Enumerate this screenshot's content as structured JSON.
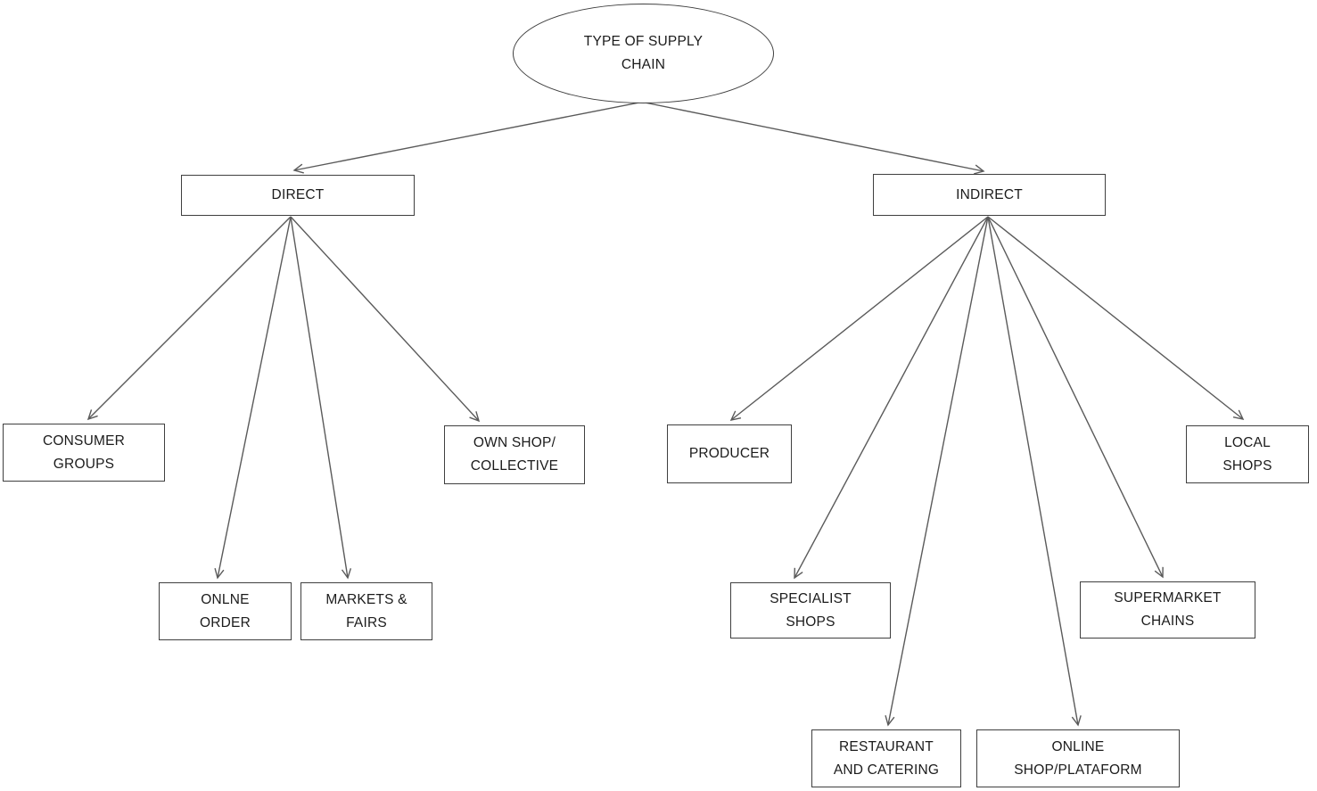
{
  "diagram": {
    "description": "Tree diagram of types of supply chain",
    "colors": {
      "background": "#ffffff",
      "node_border": "#3f3f3f",
      "edge_line": "#5a5a5a",
      "text": "#1b1b1b"
    },
    "nodes": {
      "root": {
        "label": "TYPE OF SUPPLY\nCHAIN",
        "shape": "ellipse"
      },
      "direct": {
        "label": "DIRECT",
        "shape": "rect"
      },
      "indirect": {
        "label": "INDIRECT",
        "shape": "rect"
      },
      "consumer_groups": {
        "label": "CONSUMER\nGROUPS",
        "shape": "rect"
      },
      "onlne_order": {
        "label": "ONLNE\nORDER",
        "shape": "rect"
      },
      "markets_fairs": {
        "label": "MARKETS &\nFAIRS",
        "shape": "rect"
      },
      "own_shop": {
        "label": "OWN SHOP/\nCOLLECTIVE",
        "shape": "rect"
      },
      "producer": {
        "label": "PRODUCER",
        "shape": "rect"
      },
      "specialist_shops": {
        "label": "SPECIALIST\nSHOPS",
        "shape": "rect"
      },
      "restaurant_catering": {
        "label": "RESTAURANT\nAND CATERING",
        "shape": "rect"
      },
      "online_shop": {
        "label": "ONLINE\nSHOP/PLATAFORM",
        "shape": "rect"
      },
      "supermarket_chains": {
        "label": "SUPERMARKET\nCHAINS",
        "shape": "rect"
      },
      "local_shops": {
        "label": "LOCAL\nSHOPS",
        "shape": "rect"
      }
    },
    "edges": [
      {
        "from": "root",
        "to": "direct"
      },
      {
        "from": "root",
        "to": "indirect"
      },
      {
        "from": "direct",
        "to": "consumer_groups"
      },
      {
        "from": "direct",
        "to": "onlne_order"
      },
      {
        "from": "direct",
        "to": "markets_fairs"
      },
      {
        "from": "direct",
        "to": "own_shop"
      },
      {
        "from": "indirect",
        "to": "producer"
      },
      {
        "from": "indirect",
        "to": "specialist_shops"
      },
      {
        "from": "indirect",
        "to": "restaurant_catering"
      },
      {
        "from": "indirect",
        "to": "online_shop"
      },
      {
        "from": "indirect",
        "to": "supermarket_chains"
      },
      {
        "from": "indirect",
        "to": "local_shops"
      }
    ]
  }
}
